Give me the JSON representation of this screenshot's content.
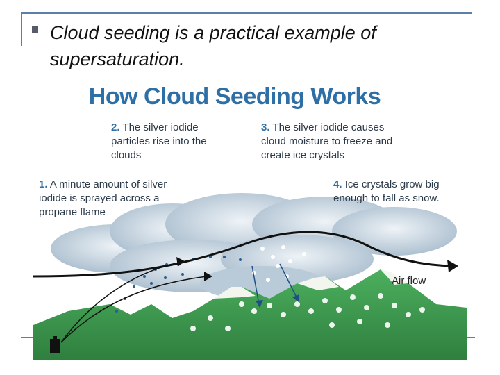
{
  "slide": {
    "bullet_text": "Cloud seeding is a practical example of supersaturation."
  },
  "diagram": {
    "title": "How Cloud Seeding Works",
    "steps": [
      {
        "num": "1.",
        "text": "A minute amount of silver iodide  is  sprayed across a propane flame"
      },
      {
        "num": "2.",
        "text": "The silver iodide particles rise into the clouds"
      },
      {
        "num": "3.",
        "text": "The silver iodide causes cloud moisture to freeze and create ice crystals"
      },
      {
        "num": "4.",
        "text": "Ice crystals grow big enough to fall as snow."
      }
    ],
    "airflow_label": "Air flow"
  },
  "colors": {
    "title": "#2e6fa5",
    "mountain": "#3e9b4e",
    "cloud": "#c9d7e3",
    "frame": "#5b7fa6"
  }
}
